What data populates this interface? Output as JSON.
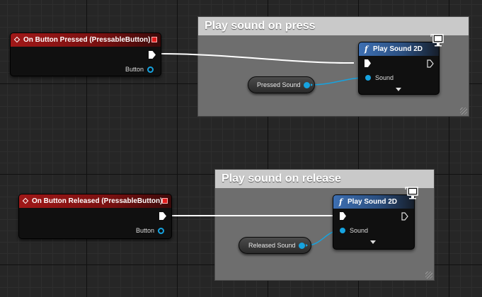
{
  "comments": {
    "press_title": "Play sound on press",
    "release_title": "Play sound on release"
  },
  "event_pressed": {
    "title": "On Button Pressed (PressableButton)",
    "pin_label": "Button"
  },
  "event_released": {
    "title": "On Button Released (PressableButton)",
    "pin_label": "Button"
  },
  "play_sound_press": {
    "title": "Play Sound 2D",
    "sound_label": "Sound"
  },
  "play_sound_release": {
    "title": "Play Sound 2D",
    "sound_label": "Sound"
  },
  "variables": {
    "pressed_sound": "Pressed Sound",
    "released_sound": "Released Sound"
  },
  "colors": {
    "event_header": "#a01818",
    "function_header": "#3d6fb2",
    "object_pin": "#16a3e0",
    "exec_wire": "#ffffff",
    "comment_title_bg": "#c9c9c9",
    "comment_body_bg": "#6e6e6e"
  },
  "icons": {
    "event": "diamond-outline-icon",
    "function": "italic-f-icon",
    "target": "monitor-icon",
    "exec": "exec-arrow-icon",
    "delegate": "red-square-icon"
  }
}
